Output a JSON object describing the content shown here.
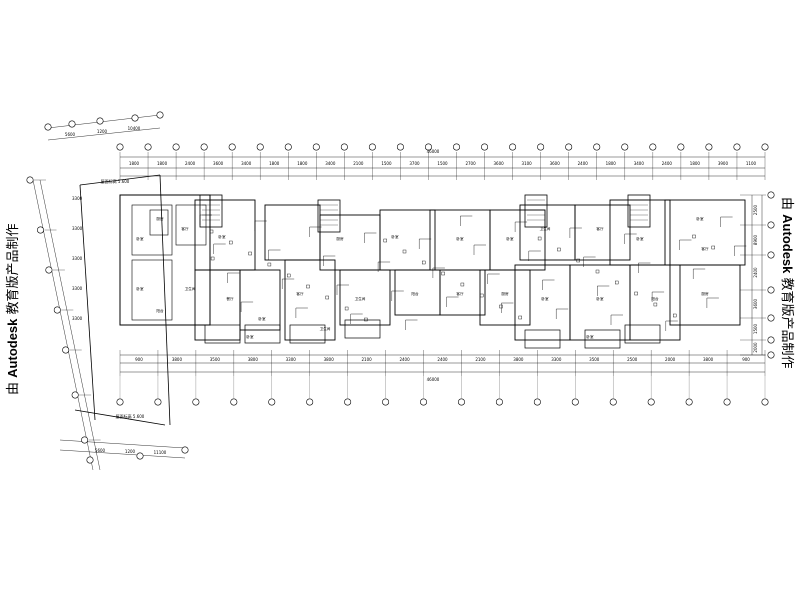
{
  "watermark": {
    "prefix": "由",
    "brand": "Autodesk",
    "suffix": "教育版产品制作"
  },
  "drawing": {
    "top_dims_row1": [
      "1800",
      "1800",
      "2400",
      "3600",
      "3400",
      "1800",
      "1800",
      "3400",
      "2100",
      "1500",
      "3700",
      "1500",
      "2700",
      "3600",
      "3100",
      "3600",
      "2400",
      "1800",
      "3400",
      "2400",
      "1800",
      "3900",
      "1100"
    ],
    "bottom_dims": [
      "900",
      "3800",
      "3500",
      "3800",
      "3300",
      "3800",
      "2100",
      "2400",
      "2400",
      "2100",
      "3800",
      "3300",
      "3500",
      "2500",
      "2000",
      "3800",
      "900"
    ],
    "overall_top": "46000",
    "overall_bottom": "46000",
    "right_dims": [
      "2500",
      "8900",
      "2400",
      "3600",
      "1500",
      "2000"
    ],
    "left_wing_dims_top": [
      "5600",
      "1200",
      "10400"
    ],
    "left_wing_dims_bottom": [
      "5600",
      "1200",
      "11100"
    ],
    "room_labels": [
      "卧室",
      "卧室",
      "客厅",
      "厨房",
      "卫生间",
      "阳台",
      "卧室",
      "餐厅",
      "卧室",
      "客厅",
      "厨房",
      "卫生间",
      "卧室",
      "阳台",
      "卧室",
      "客厅",
      "卧室",
      "厨房",
      "卫生间",
      "卧室",
      "客厅",
      "卧室",
      "卧室",
      "阳台",
      "卧室",
      "客厅",
      "厨房",
      "卫生间",
      "卧室",
      "卧室"
    ],
    "note_top": "屋面标高 5.600",
    "note_bottom": "屋面标高 5.600"
  },
  "colors": {
    "line": "#000000",
    "bg": "#ffffff"
  }
}
